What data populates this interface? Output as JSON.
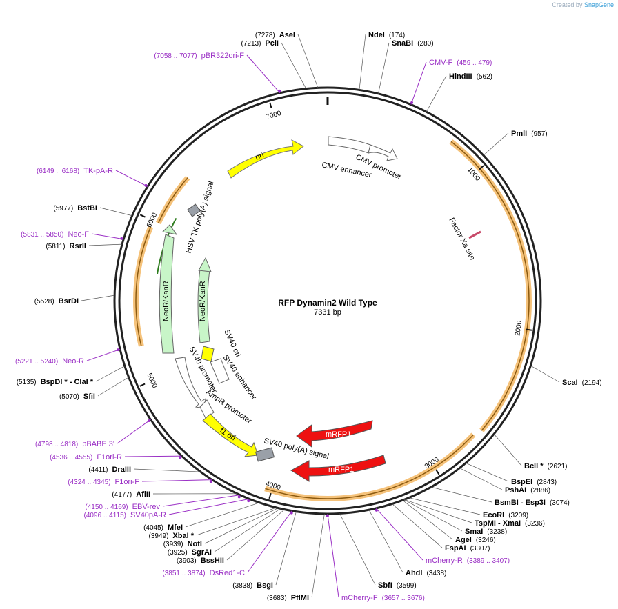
{
  "header": {
    "credit_prefix": "Created by",
    "credit_brand": "SnapGene"
  },
  "map": {
    "title": "RFP Dynamin2 Wild Type",
    "length_label": "7331 bp",
    "length_bp": 7331,
    "ticks": [
      "1000",
      "2000",
      "3000",
      "4000",
      "5000",
      "6000",
      "7000"
    ],
    "colors": {
      "backbone": "#222222",
      "primer": "#9a2fc5",
      "rfp": "#ee1111",
      "ori": "#ffff00",
      "neo": "#c8f5c8",
      "polya": "#9aa0a8",
      "orange_feature": "#f5a623",
      "orange_line": "#8b5a10"
    }
  },
  "sites": [
    {
      "name": "AseI",
      "pos": "(7278)",
      "kind": "enzyme",
      "bp": 7278,
      "star": false
    },
    {
      "name": "PciI",
      "pos": "(7213)",
      "kind": "enzyme",
      "bp": 7213,
      "star": false
    },
    {
      "name": "pBR322ori-F",
      "pos": "(7058 .. 7077)",
      "kind": "primer",
      "bp": 7068
    },
    {
      "name": "NdeI",
      "pos": "(174)",
      "kind": "enzyme",
      "bp": 174
    },
    {
      "name": "SnaBI",
      "pos": "(280)",
      "kind": "enzyme",
      "bp": 280
    },
    {
      "name": "CMV-F",
      "pos": "(459 .. 479)",
      "kind": "primer",
      "bp": 469
    },
    {
      "name": "HindIII",
      "pos": "(562)",
      "kind": "enzyme",
      "bp": 562
    },
    {
      "name": "PmlI",
      "pos": "(957)",
      "kind": "enzyme",
      "bp": 957
    },
    {
      "name": "ScaI",
      "pos": "(2194)",
      "kind": "enzyme",
      "bp": 2194
    },
    {
      "name": "BclI *",
      "pos": "(2621)",
      "kind": "enzyme",
      "bp": 2621
    },
    {
      "name": "BspEI",
      "pos": "(2843)",
      "kind": "enzyme",
      "bp": 2843
    },
    {
      "name": "PshAI",
      "pos": "(2886)",
      "kind": "enzyme",
      "bp": 2886
    },
    {
      "name": "BsmBI - Esp3I",
      "pos": "(3074)",
      "kind": "enzyme",
      "bp": 3074
    },
    {
      "name": "EcoRI",
      "pos": "(3209)",
      "kind": "enzyme",
      "bp": 3209
    },
    {
      "name": "TspMI - XmaI",
      "pos": "(3236)",
      "kind": "enzyme",
      "bp": 3236
    },
    {
      "name": "SmaI",
      "pos": "(3238)",
      "kind": "enzyme",
      "bp": 3238
    },
    {
      "name": "AgeI",
      "pos": "(3246)",
      "kind": "enzyme",
      "bp": 3246
    },
    {
      "name": "FspAI",
      "pos": "(3307)",
      "kind": "enzyme",
      "bp": 3307
    },
    {
      "name": "mCherry-R",
      "pos": "(3389 .. 3407)",
      "kind": "primer",
      "bp": 3398
    },
    {
      "name": "AhdI",
      "pos": "(3438)",
      "kind": "enzyme",
      "bp": 3438
    },
    {
      "name": "SbfI",
      "pos": "(3599)",
      "kind": "enzyme",
      "bp": 3599
    },
    {
      "name": "mCherry-F",
      "pos": "(3657 .. 3676)",
      "kind": "primer",
      "bp": 3666
    },
    {
      "name": "PflMI",
      "pos": "(3683)",
      "kind": "enzyme",
      "bp": 3683
    },
    {
      "name": "BsgI",
      "pos": "(3838)",
      "kind": "enzyme",
      "bp": 3838
    },
    {
      "name": "DsRed1-C",
      "pos": "(3851 .. 3874)",
      "kind": "primer",
      "bp": 3862
    },
    {
      "name": "BssHII",
      "pos": "(3903)",
      "kind": "enzyme",
      "bp": 3903
    },
    {
      "name": "SgrAI",
      "pos": "(3925)",
      "kind": "enzyme",
      "bp": 3925
    },
    {
      "name": "NotI",
      "pos": "(3939)",
      "kind": "enzyme",
      "bp": 3939
    },
    {
      "name": "XbaI *",
      "pos": "(3949)",
      "kind": "enzyme",
      "bp": 3949
    },
    {
      "name": "MfeI",
      "pos": "(4045)",
      "kind": "enzyme",
      "bp": 4045
    },
    {
      "name": "SV40pA-R",
      "pos": "(4096 .. 4115)",
      "kind": "primer",
      "bp": 4105
    },
    {
      "name": "EBV-rev",
      "pos": "(4150 .. 4169)",
      "kind": "primer",
      "bp": 4160
    },
    {
      "name": "AflII",
      "pos": "(4177)",
      "kind": "enzyme",
      "bp": 4177
    },
    {
      "name": "F1ori-F",
      "pos": "(4324 .. 4345)",
      "kind": "primer",
      "bp": 4334
    },
    {
      "name": "DraIII",
      "pos": "(4411)",
      "kind": "enzyme",
      "bp": 4411
    },
    {
      "name": "F1ori-R",
      "pos": "(4536 .. 4555)",
      "kind": "primer",
      "bp": 4546
    },
    {
      "name": "pBABE 3'",
      "pos": "(4798 .. 4818)",
      "kind": "primer",
      "bp": 4808
    },
    {
      "name": "SfiI",
      "pos": "(5070)",
      "kind": "enzyme",
      "bp": 5070
    },
    {
      "name": "BspDI * - ClaI *",
      "pos": "(5135)",
      "kind": "enzyme",
      "bp": 5135
    },
    {
      "name": "Neo-R",
      "pos": "(5221 .. 5240)",
      "kind": "primer",
      "bp": 5230
    },
    {
      "name": "BsrDI",
      "pos": "(5528)",
      "kind": "enzyme",
      "bp": 5528
    },
    {
      "name": "RsrII",
      "pos": "(5811)",
      "kind": "enzyme",
      "bp": 5811
    },
    {
      "name": "Neo-F",
      "pos": "(5831 .. 5850)",
      "kind": "primer",
      "bp": 5840
    },
    {
      "name": "BstBI",
      "pos": "(5977)",
      "kind": "enzyme",
      "bp": 5977
    },
    {
      "name": "TK-pA-R",
      "pos": "(6149 .. 6168)",
      "kind": "primer",
      "bp": 6158
    }
  ],
  "features": [
    {
      "name": "ori",
      "kind": "ori"
    },
    {
      "name": "CMV enhancer",
      "kind": "outline"
    },
    {
      "name": "CMV promoter",
      "kind": "outline"
    },
    {
      "name": "Factor Xa site",
      "kind": "site"
    },
    {
      "name": "HSV TK poly(A) signal",
      "kind": "polya"
    },
    {
      "name": "NeoR/KanR",
      "kind": "neo"
    },
    {
      "name": "NeoR/KanR",
      "kind": "neo"
    },
    {
      "name": "SV40 ori",
      "kind": "ori"
    },
    {
      "name": "SV40 enhancer",
      "kind": "outline"
    },
    {
      "name": "SV40 promoter",
      "kind": "outline"
    },
    {
      "name": "AmpR promoter",
      "kind": "outline"
    },
    {
      "name": "f1 ori",
      "kind": "ori"
    },
    {
      "name": "SV40 poly(A) signal",
      "kind": "polya"
    },
    {
      "name": "mRFP1",
      "kind": "rfp"
    },
    {
      "name": "mRFP1",
      "kind": "rfp"
    }
  ]
}
